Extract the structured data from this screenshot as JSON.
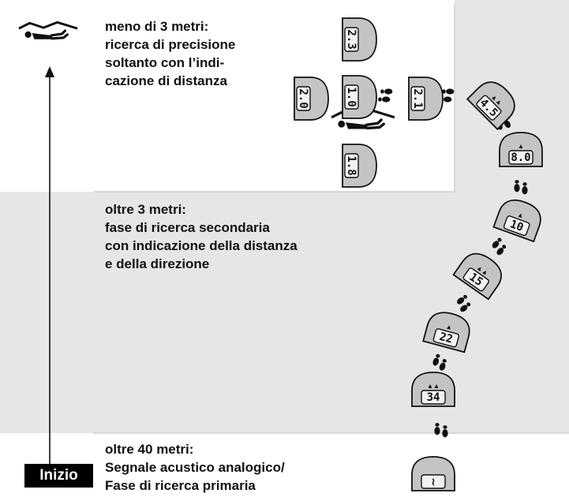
{
  "sections": {
    "near": {
      "lines": [
        "meno di 3 metri:",
        "ricerca di precisione",
        "soltanto con l’indi-",
        "cazione di distanza"
      ]
    },
    "middle": {
      "lines": [
        "oltre 3 metri:",
        "fase di ricerca secondaria",
        "con indicazione della distanza",
        "e della direzione"
      ]
    },
    "far": {
      "lines": [
        "oltre 40 metri:",
        "Segnale acustico analogico/",
        "Fase di ricerca primaria"
      ]
    }
  },
  "start_label": "Inizio",
  "device_readings": {
    "fine_top": "2.3",
    "fine_left": "2.0",
    "fine_center": "1.0",
    "fine_right": "2.1",
    "fine_bottom": "1.8",
    "path_1": "4.5",
    "path_2": "8.0",
    "path_3": "10",
    "path_4": "15",
    "path_5": "22",
    "path_6": "34",
    "path_7": "≀"
  },
  "colors": {
    "background": "#e6e6e6",
    "panel": "#ffffff",
    "ink": "#111111",
    "device_body": "#c4c4c4",
    "display": "#f2f2f2"
  }
}
